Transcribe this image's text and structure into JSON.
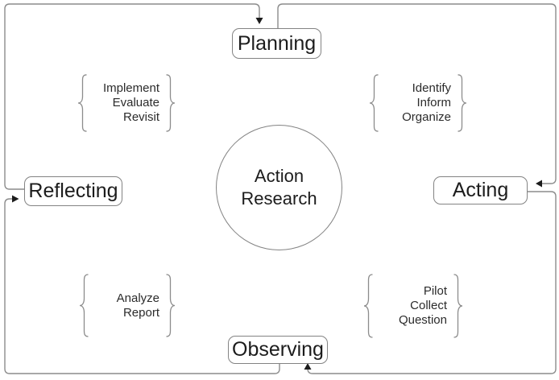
{
  "colors": {
    "background": "#ffffff",
    "line": "#8c8c8c",
    "box_border": "#838383",
    "text": "#1c1c1c",
    "task_text": "#2b2b2b",
    "arrow": "#1c1c1c"
  },
  "center": {
    "lines": [
      "Action",
      "Research"
    ]
  },
  "stages": {
    "planning": "Planning",
    "acting": "Acting",
    "observing": "Observing",
    "reflecting": "Reflecting"
  },
  "task_groups": {
    "top_left": {
      "lines": [
        "Implement",
        "Evaluate",
        "Revisit"
      ]
    },
    "top_right": {
      "lines": [
        "Identify",
        "Inform",
        "Organize"
      ]
    },
    "bottom_left": {
      "lines": [
        "Analyze",
        "Report"
      ]
    },
    "bottom_right": {
      "lines": [
        "Pilot",
        "Collect",
        "Question"
      ]
    }
  }
}
